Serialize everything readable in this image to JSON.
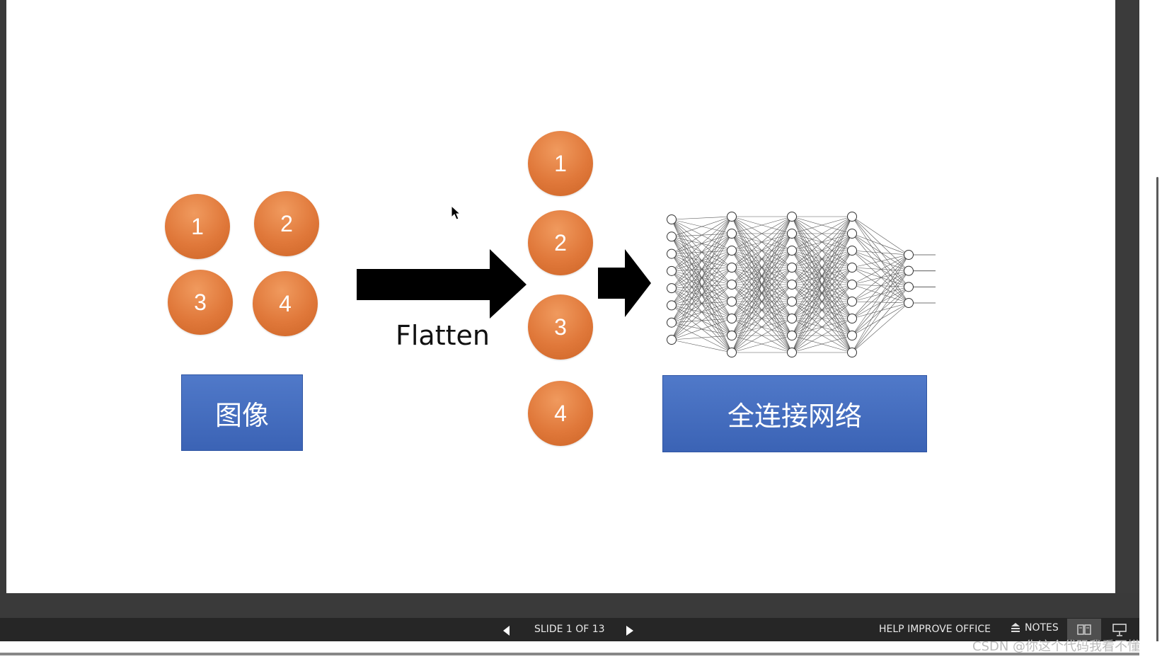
{
  "slide": {
    "image_circles": [
      "1",
      "2",
      "3",
      "4"
    ],
    "image_label": "图像",
    "flatten_label": "Flatten",
    "column_circles": [
      "1",
      "2",
      "3",
      "4"
    ],
    "network_label": "全连接网络"
  },
  "statusbar": {
    "prev_icon": "triangle-left-icon",
    "slide_counter": "SLIDE 1 OF 13",
    "next_icon": "triangle-right-icon",
    "help_label": "HELP IMPROVE OFFICE",
    "notes_label": "NOTES"
  },
  "watermark": "CSDN @你这个代码我看不懂",
  "colors": {
    "circle": "#e0783a",
    "label_box": "#4470c4",
    "statusbar": "#262626"
  }
}
